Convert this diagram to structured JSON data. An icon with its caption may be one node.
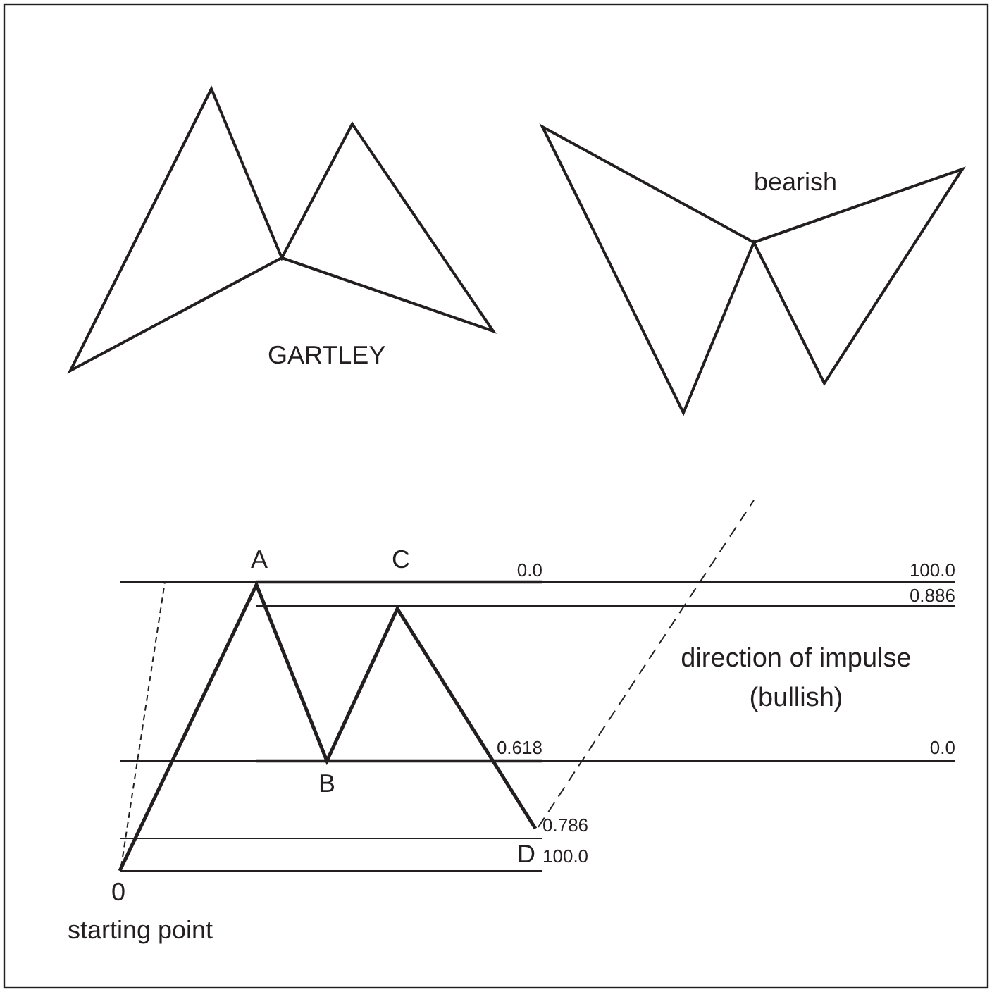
{
  "diagram": {
    "labels": [
      "bearish",
      "GARTLEY",
      "A",
      "C",
      "0.0",
      "100.0",
      "0.886",
      "direction of impulse (bullish)",
      "0.618",
      "0.0",
      "B",
      "0.786",
      "D",
      "100.0",
      "0",
      "starting point"
    ]
  }
}
